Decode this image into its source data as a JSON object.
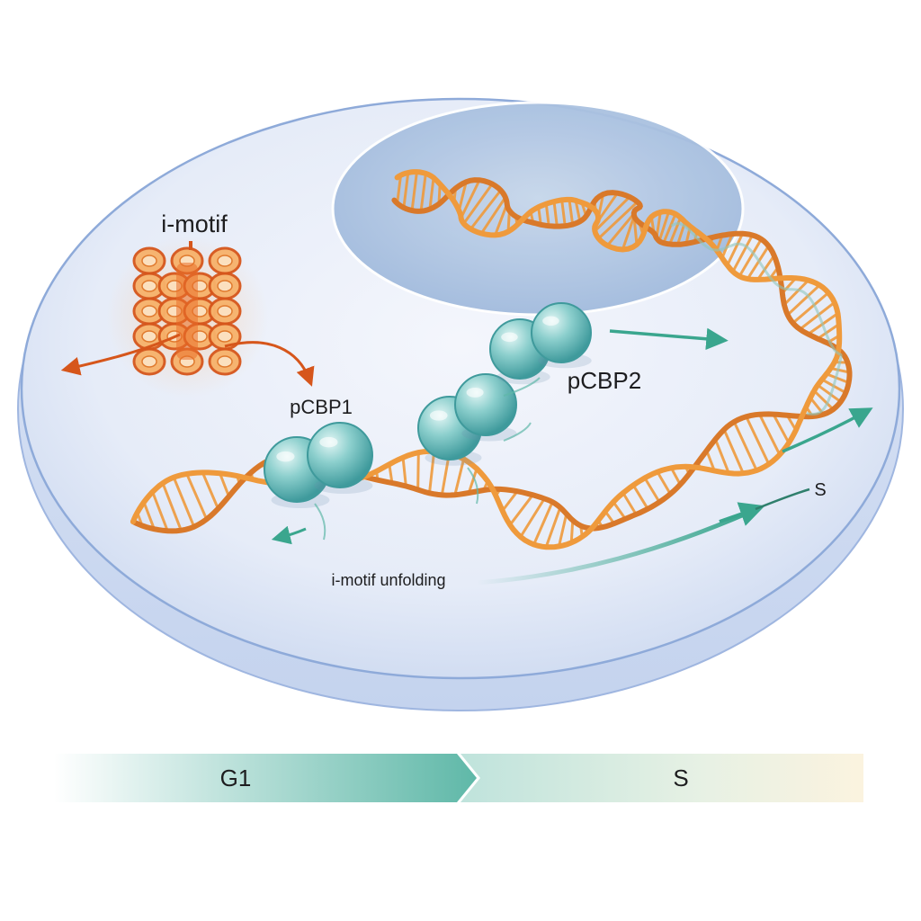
{
  "labels": {
    "imotif": "i-motif",
    "pcbp1": "pCBP1",
    "pcbp2": "pCBP2",
    "unfolding": "i-motif unfolding",
    "s_small": "S"
  },
  "timeline": {
    "phase1": "G1",
    "phase2": "S"
  },
  "colors": {
    "dna": "#ef9a3c",
    "dna_dark": "#d9792a",
    "protein": "#7cc4c4",
    "protein_dark": "#3f9a9c",
    "arrow_teal": "#3aa68e",
    "arrow_orange": "#d6561b",
    "cell_fill": "#e9eef9",
    "cell_edge": "#9fb6e0",
    "nucleus_fill": "#b9cde6",
    "timeline_teal": "#7ec8bb",
    "timeline_cream": "#f6ead0"
  }
}
